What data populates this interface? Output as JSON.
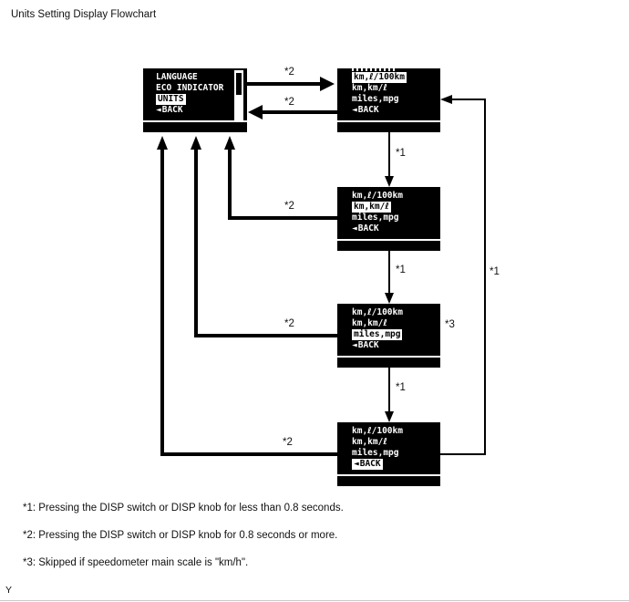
{
  "page": {
    "title": "Units Setting Display Flowchart",
    "footer_mark": "Y"
  },
  "glyphs": {
    "back_arrow": "◄"
  },
  "labels": {
    "short_press": "*1",
    "long_press": "*2",
    "skipped": "*3"
  },
  "screens": [
    {
      "id": "settings-menu",
      "rows": [
        "LANGUAGE",
        "ECO INDICATOR",
        "UNITS"
      ],
      "back_label": "BACK",
      "selected": "UNITS",
      "scrollbar": true
    },
    {
      "id": "units-l-per-100km",
      "rows": [
        "km,ℓ/100km",
        "km,km/ℓ",
        "miles,mpg"
      ],
      "back_label": "BACK",
      "selected": "km,ℓ/100km"
    },
    {
      "id": "units-km-per-l",
      "rows": [
        "km,ℓ/100km",
        "km,km/ℓ",
        "miles,mpg"
      ],
      "back_label": "BACK",
      "selected": "km,km/ℓ"
    },
    {
      "id": "units-miles-mpg",
      "rows": [
        "km,ℓ/100km",
        "km,km/ℓ",
        "miles,mpg"
      ],
      "back_label": "BACK",
      "selected": "miles,mpg"
    },
    {
      "id": "units-back",
      "rows": [
        "km,ℓ/100km",
        "km,km/ℓ",
        "miles,mpg"
      ],
      "back_label": "BACK",
      "selected": "BACK"
    }
  ],
  "footnotes": [
    "*1: Pressing the DISP switch or DISP knob for less than 0.8 seconds.",
    "*2: Pressing the DISP switch or DISP knob for 0.8 seconds or more.",
    "*3: Skipped if speedometer main scale is \"km/h\"."
  ],
  "colors": {
    "page_background": "#ffffff",
    "screen_background": "#000000",
    "screen_text": "#ffffff",
    "line": "#000000"
  }
}
